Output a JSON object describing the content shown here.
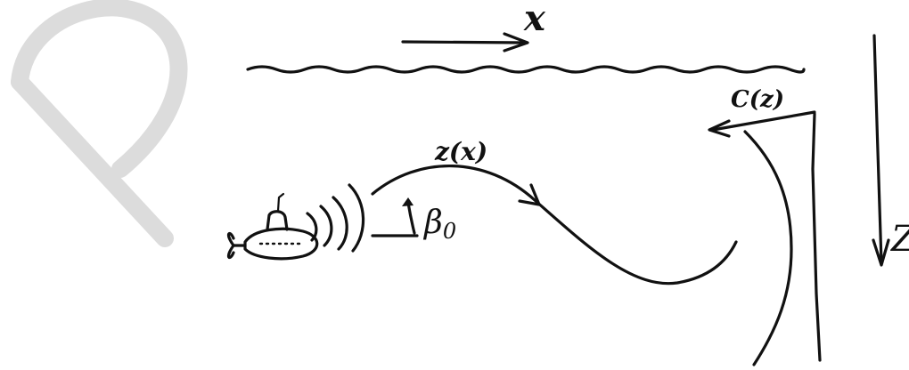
{
  "labels": {
    "horizontal_axis": "x",
    "vertical_axis": "Z",
    "ray_path": "z(x)",
    "launch_angle_symbol": "β",
    "launch_angle_subscript": "0",
    "sound_speed_profile": "C(z)"
  },
  "icons": {
    "submarine": "submarine-icon",
    "sonar_waves": "sonar-waves-icon",
    "watermark": "letter-p-watermark"
  },
  "colors": {
    "ink": "#111111",
    "watermark": "#dcdcdc",
    "background": "#ffffff"
  }
}
